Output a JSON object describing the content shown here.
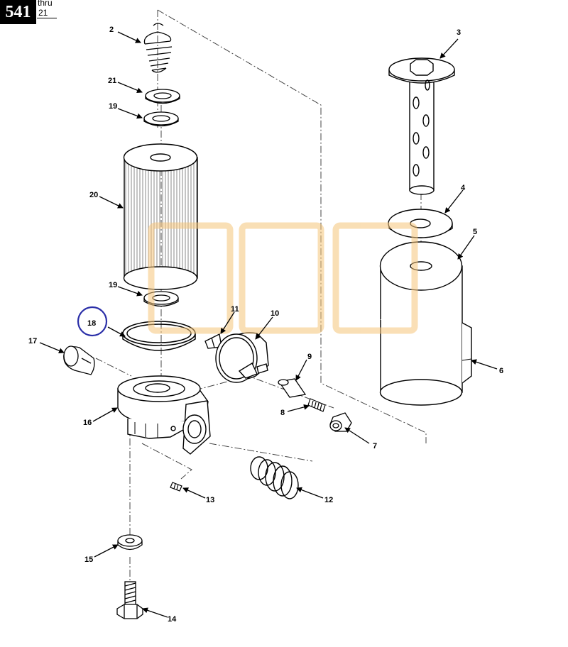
{
  "page": {
    "number": "541",
    "range_word": "thru",
    "range_end": "21"
  },
  "callouts": {
    "c2": "2",
    "c3": "3",
    "c4": "4",
    "c5": "5",
    "c6": "6",
    "c7": "7",
    "c8": "8",
    "c9": "9",
    "c10": "10",
    "c11": "11",
    "c12": "12",
    "c13": "13",
    "c14": "14",
    "c15": "15",
    "c16": "16",
    "c17": "17",
    "c18": "18",
    "c19a": "19",
    "c19b": "19",
    "c20": "20",
    "c21": "21"
  },
  "highlight": {
    "target": "18",
    "color": "#2b2fa8"
  },
  "watermark": {
    "color": "#f5c57a"
  }
}
